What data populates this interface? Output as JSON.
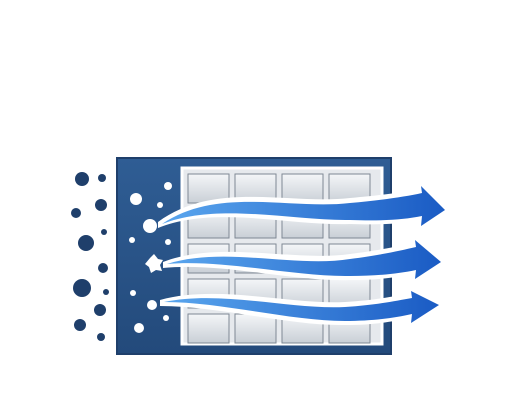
{
  "illustration": {
    "icon": "air-filter-icon",
    "colors": {
      "background": "#ffffff",
      "frame": "#2a5387",
      "frame_dark": "#1f3f6b",
      "particle": "#1f3f6b",
      "particle_light": "#ffffff",
      "grid_cell_top": "#f4f6f8",
      "grid_cell_bottom": "#c9cfd6",
      "grid_border": "#7e8894",
      "arrow_light": "#5aa6ee",
      "arrow_dark": "#1a5bc4",
      "arrow_outline": "#ffffff"
    },
    "layers": [
      "outside-particle-dots",
      "filter-frame",
      "inside-particle-dots",
      "filter-mesh-grid",
      "airflow-arrow-top",
      "airflow-arrow-middle",
      "airflow-arrow-bottom"
    ]
  }
}
